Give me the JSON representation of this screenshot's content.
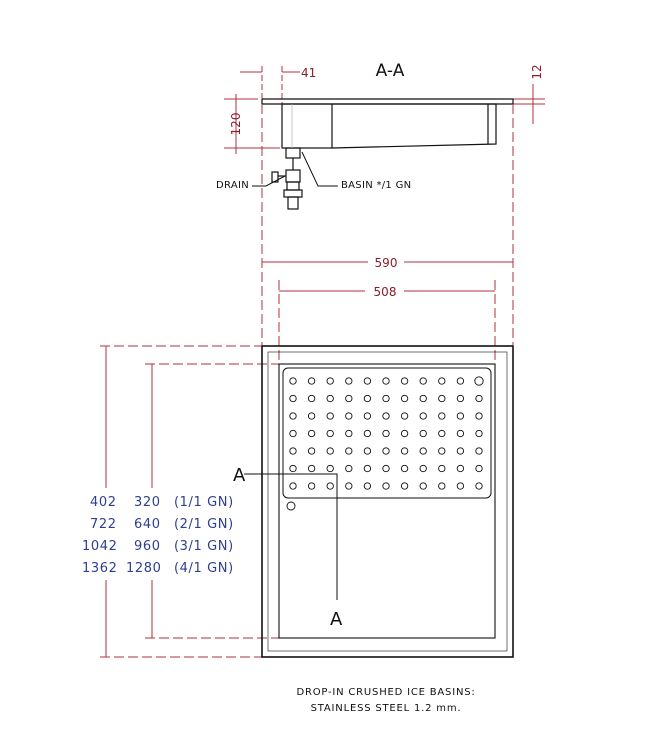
{
  "section": {
    "title": "A-A",
    "dim_41": "41",
    "dim_12": "12",
    "dim_120": "120",
    "drain_label": "DRAIN",
    "basin_label": "BASIN */1 GN"
  },
  "dimensions": {
    "width_outer": "590",
    "width_inner": "508"
  },
  "section_markers": {
    "left": "A",
    "bottom": "A"
  },
  "size_table": [
    {
      "outer": "402",
      "inner": "320",
      "gn": "(1/1 GN)"
    },
    {
      "outer": "722",
      "inner": "640",
      "gn": "(2/1 GN)"
    },
    {
      "outer": "1042",
      "inner": "960",
      "gn": "(3/1 GN)"
    },
    {
      "outer": "1362",
      "inner": "1280",
      "gn": "(4/1 GN)"
    }
  ],
  "caption": {
    "line1": "DROP-IN CRUSHED ICE BASINS:",
    "line2": "STAINLESS STEEL 1.2 mm."
  },
  "colors": {
    "outline": "#111111",
    "dimension": "#b03040",
    "table_text": "#2f3f8f"
  }
}
